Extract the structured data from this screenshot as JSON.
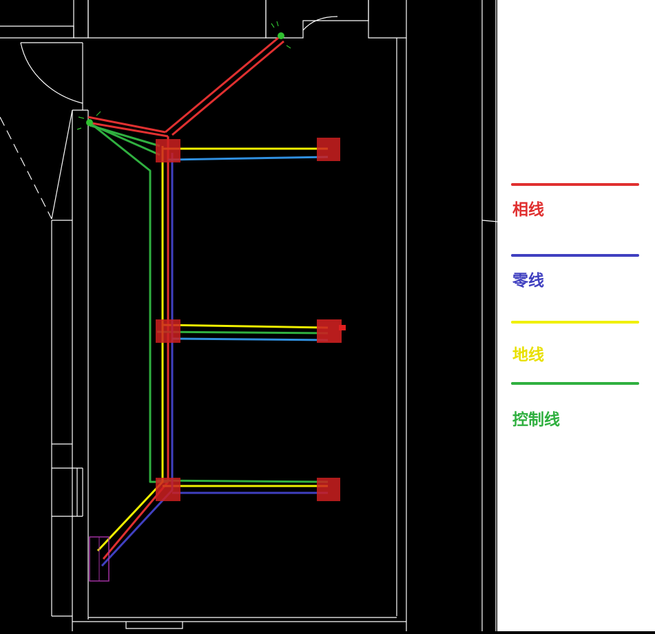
{
  "colors": {
    "phase": "#e03030",
    "neutral": "#4040c0",
    "ground": "#f0f000",
    "control": "#30b040",
    "wall": "#ffffff",
    "box": "#cc2020"
  },
  "legend": {
    "items": [
      {
        "label": "相线",
        "color": "#e03030"
      },
      {
        "label": "零线",
        "color": "#4040c0"
      },
      {
        "label": "地线",
        "color": "#f0f000"
      },
      {
        "label": "控制线",
        "color": "#30b040"
      }
    ]
  }
}
